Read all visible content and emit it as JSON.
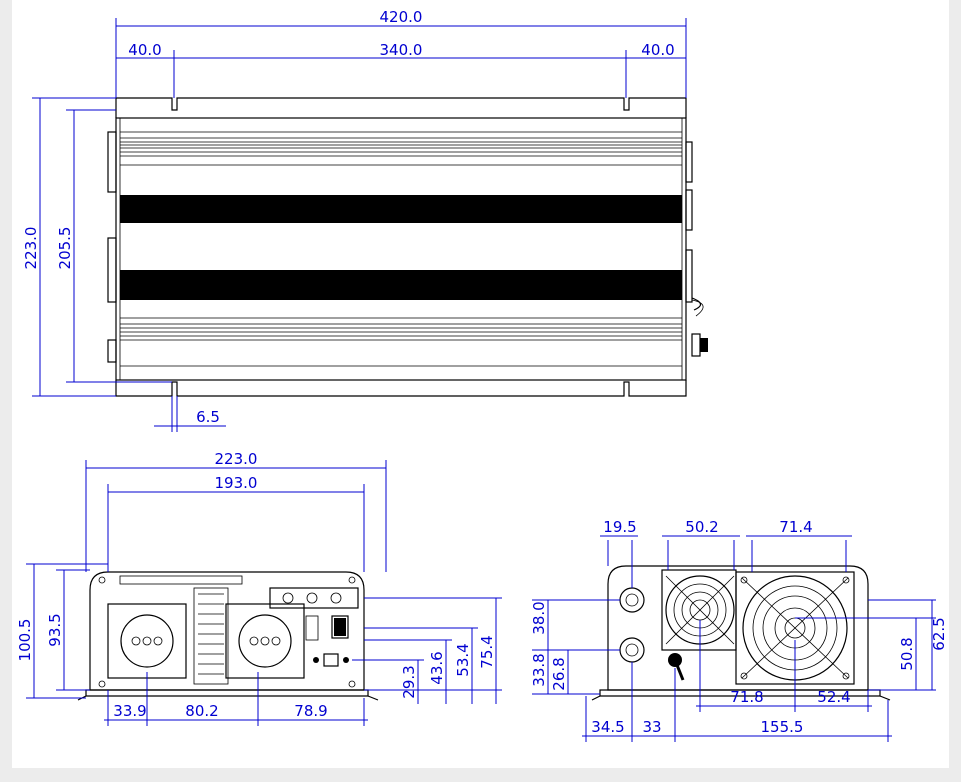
{
  "top_view": {
    "overall_length": "420.0",
    "left_offset": "40.0",
    "hole_spacing": "340.0",
    "right_offset": "40.0",
    "overall_width": "223.0",
    "body_width": "205.5",
    "slot_width": "6.5"
  },
  "ac_end_view": {
    "overall_width": "223.0",
    "mount_spacing": "193.0",
    "overall_height": "100.5",
    "body_height": "93.5",
    "socket1_offset": "33.9",
    "socket_spacing": "80.2",
    "socket2_to_edge": "78.9",
    "h_29_3": "29.3",
    "h_43_6": "43.6",
    "h_53_4": "53.4",
    "h_75_4": "75.4"
  },
  "dc_end_view": {
    "terminal_offset": "19.5",
    "fan1_width": "50.2",
    "fan2_width": "71.4",
    "h_38_0": "38.0",
    "h_33_8": "33.8",
    "h_26_8": "26.8",
    "fan1_center": "71.8",
    "fan_spacing": "52.4",
    "left_edge": "34.5",
    "terminal_gap": "33",
    "width_155_5": "155.5",
    "fan2_center_h": "50.8",
    "h_62_5": "62.5"
  },
  "colors": {
    "dimension": "#0000d0",
    "outline": "#000000",
    "page": "#ffffff",
    "background": "#ececec"
  }
}
